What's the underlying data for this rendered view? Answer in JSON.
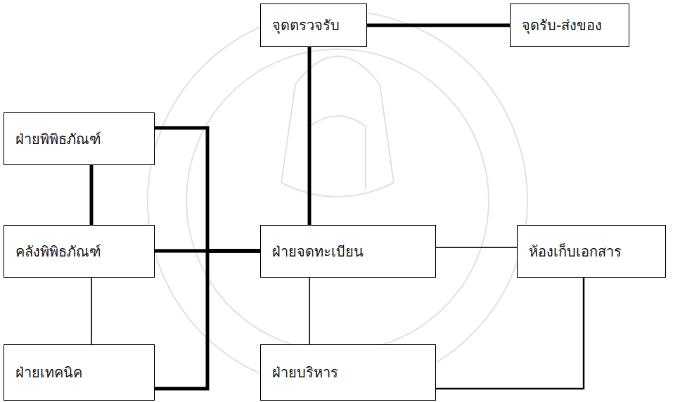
{
  "diagram": {
    "nodes": [
      {
        "text": [
          "จุดตรวจรับ"
        ]
      },
      {
        "text": [
          "จุดรับ-ส่งของ"
        ]
      },
      {
        "text": [
          "ฝ่ายพิพิธภัณฑ์"
        ]
      },
      {
        "text": [
          "คลังพิพิธภัณฑ์"
        ]
      },
      {
        "text": [
          "ฝ่ายจดทะเบียน"
        ]
      },
      {
        "text": [
          "ห้องเก็บเอกสาร"
        ]
      },
      {
        "text": [
          "ฝ่ายเทคนิค"
        ]
      },
      {
        "text": [
          "ฝ่ายบริหาร"
        ]
      }
    ],
    "edges": [
      {
        "from": 0,
        "to": 1,
        "arrow": "none"
      },
      {
        "from": 0,
        "to": 4,
        "arrow": "none"
      },
      {
        "from": 2,
        "to": 3,
        "arrow": "none"
      },
      {
        "from": 2,
        "to": 4,
        "arrow": "none"
      },
      {
        "from": 3,
        "to": 4,
        "arrow": "none"
      },
      {
        "from": 6,
        "to": 4,
        "arrow": "none"
      },
      {
        "from": 3,
        "to": 6,
        "arrow": "none"
      },
      {
        "from": 4,
        "to": 5,
        "arrow": "none"
      },
      {
        "from": 4,
        "to": 7,
        "arrow": "none"
      },
      {
        "from": 7,
        "to": 5,
        "arrow": "none"
      }
    ]
  }
}
